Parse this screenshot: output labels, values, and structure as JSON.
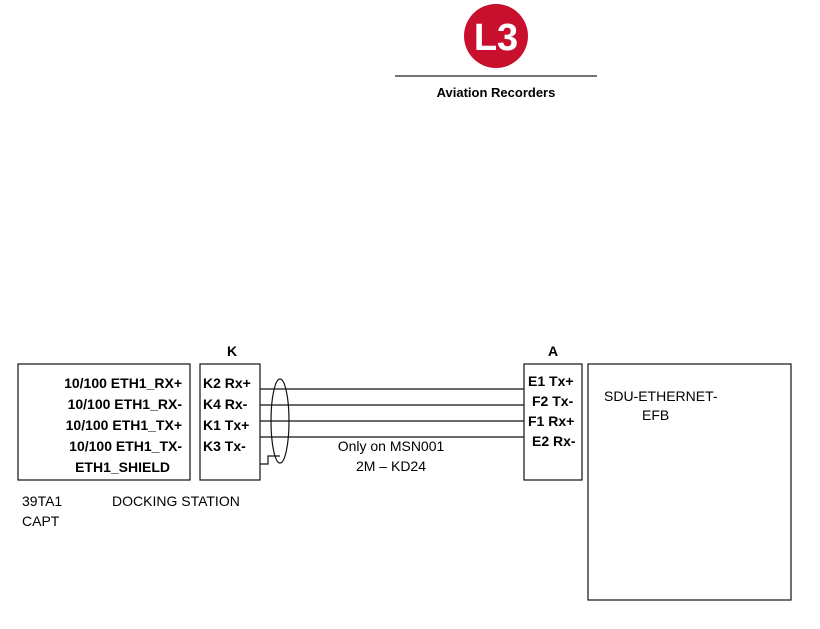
{
  "header": {
    "logo_text": "L3",
    "company_subtitle": "Aviation Recorders",
    "brand_color": "#c8102e"
  },
  "left_box": {
    "signals": [
      "10/100 ETH1_RX+",
      "10/100 ETH1_RX-",
      "10/100 ETH1_TX+",
      "10/100 ETH1_TX-",
      "ETH1_SHIELD"
    ],
    "ref_designator": "39TA1",
    "position": "CAPT",
    "name": "DOCKING STATION"
  },
  "connector_k": {
    "label": "K",
    "pins": [
      "K2 Rx+",
      "K4 Rx-",
      "K1 Tx+",
      "K3 Tx-"
    ]
  },
  "connector_a": {
    "label": "A",
    "pins": [
      "E1 Tx+",
      "F2 Tx-",
      "F1 Rx+",
      "E2 Rx-"
    ]
  },
  "cable_note": {
    "line1": "Only on MSN001",
    "line2": "2M – KD24"
  },
  "right_box": {
    "line1": "SDU-ETHERNET-",
    "line2": "EFB"
  }
}
